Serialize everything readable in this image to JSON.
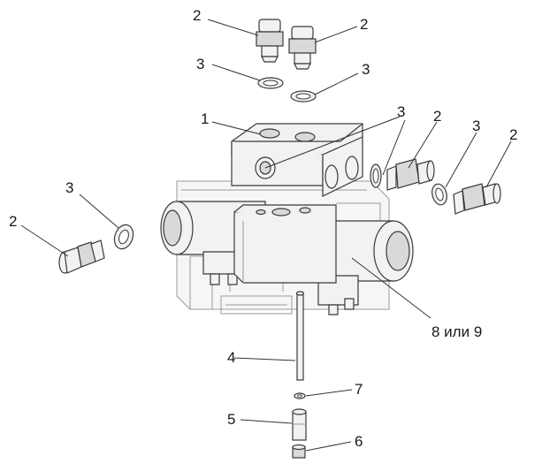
{
  "diagram": {
    "labels": {
      "l1": "1",
      "l2a": "2",
      "l2b": "2",
      "l2c": "2",
      "l2d": "2",
      "l2e": "2",
      "l3a": "3",
      "l3b": "3",
      "l3c": "3",
      "l3d": "3",
      "l3e": "3",
      "l4": "4",
      "l5": "5",
      "l6": "6",
      "l7": "7",
      "l89": "8 или 9"
    }
  }
}
